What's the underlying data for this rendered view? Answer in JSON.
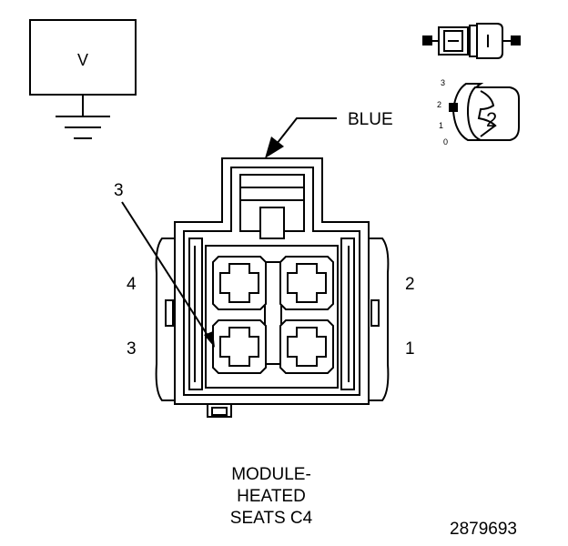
{
  "meter": {
    "label": "V"
  },
  "color_label": "BLUE",
  "callout_pin": "3",
  "pin_labels": {
    "p4": "4",
    "p3": "3",
    "p2": "2",
    "p1": "1"
  },
  "view_icon": {
    "scale": [
      "3",
      "2",
      "1",
      "0"
    ],
    "number": "2"
  },
  "connector_name": {
    "line1": "MODULE-",
    "line2": "HEATED",
    "line3": "SEATS C4"
  },
  "figure_number": "2879693"
}
